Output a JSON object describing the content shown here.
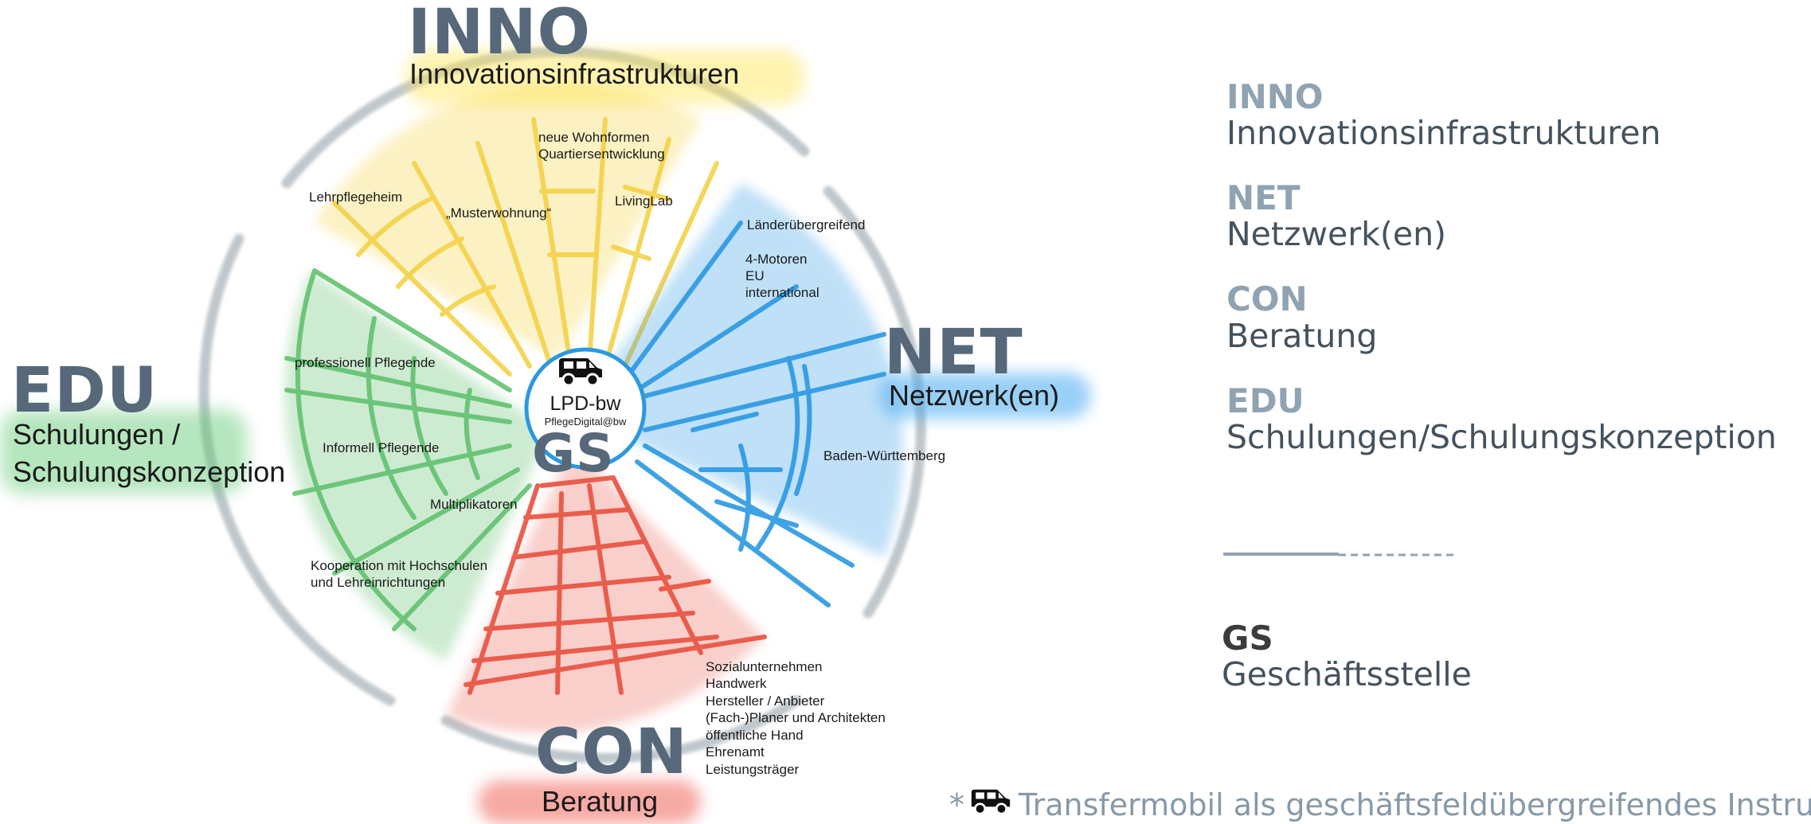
{
  "diagram": {
    "center": {
      "title": "LPD-bw",
      "subtitle": "PflegeDigital@bw",
      "code": "GS"
    },
    "sectors": {
      "inno": {
        "code": "INNO",
        "name": "Innovationsinfrastrukturen",
        "color": "#f6d23a",
        "items": [
          "Lehrpflegeheim",
          "„Musterwohnung“",
          "neue Wohnformen",
          "Quartiersentwicklung",
          "LivingLab"
        ]
      },
      "net": {
        "code": "NET",
        "name": "Netzwerk(en)",
        "color": "#2e9be6",
        "items": [
          "Länderübergreifend",
          "4-Motoren",
          "EU",
          "international",
          "Baden-Württemberg"
        ]
      },
      "edu": {
        "code": "EDU",
        "name_line1": "Schulungen /",
        "name_line2": "Schulungskonzeption",
        "color": "#5cbf6a",
        "items": [
          "professionell Pflegende",
          "Informell Pflegende",
          "Multiplikatoren",
          "Kooperation mit Hochschulen",
          "und Lehreinrichtungen"
        ]
      },
      "con": {
        "code": "CON",
        "name": "Beratung",
        "color": "#ea5646",
        "items": [
          "Sozialunternehmen",
          "Handwerk",
          "Hersteller / Anbieter",
          "(Fach-)Planer und Architekten",
          "öffentliche Hand",
          "Ehrenamt",
          "Leistungsträger"
        ]
      }
    }
  },
  "legend": {
    "items": [
      {
        "code": "INNO",
        "name": "Innovationsinfrastrukturen"
      },
      {
        "code": "NET",
        "name": "Netzwerk(en)"
      },
      {
        "code": "CON",
        "name": "Beratung"
      },
      {
        "code": "EDU",
        "name": "Schulungen/Schulungskonzeption"
      }
    ],
    "gs": {
      "code": "GS",
      "name": "Geschäftsstelle"
    }
  },
  "footnote": {
    "asterisk": "*",
    "icon": "car-icon",
    "text": "Transfermobil als geschäftsfeldübergreifendes Instrument"
  },
  "colors": {
    "ring": "#b9c2c8",
    "label": "#56687a",
    "legend_code": "#8fa3b2",
    "legend_text": "#45525e"
  }
}
